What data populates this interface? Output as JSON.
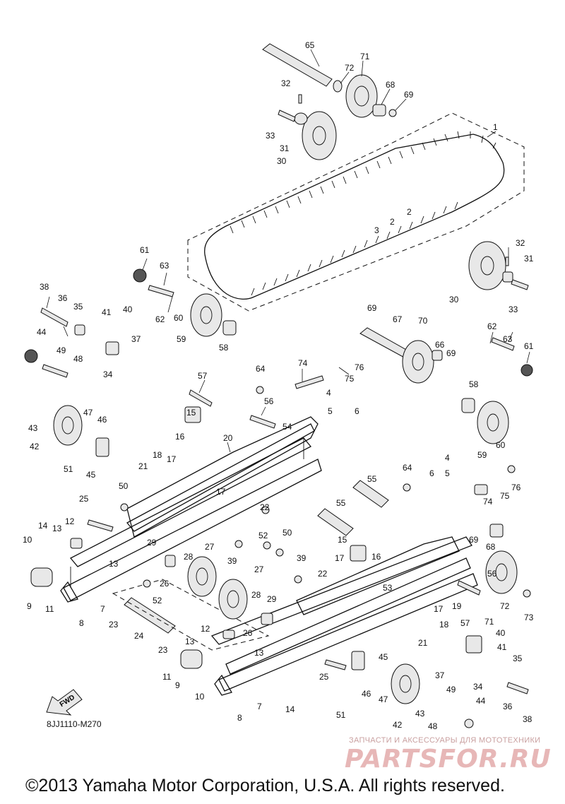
{
  "drawing_code": "8JJ1110-M270",
  "direction_label": "FWD",
  "copyright": "©2013 Yamaha Motor Corporation, U.S.A. All rights reserved.",
  "watermark": {
    "caption": "ЗАПЧАСТИ И АКСЕССУАРЫ ДЛЯ МОТОТЕХНИКИ",
    "logo": "PARTSFOR.RU"
  },
  "callouts": [
    "65",
    "71",
    "72",
    "68",
    "69",
    "32",
    "33",
    "31",
    "30",
    "1",
    "2",
    "2",
    "3",
    "32",
    "31",
    "30",
    "33",
    "61",
    "63",
    "62",
    "60",
    "59",
    "58",
    "38",
    "36",
    "35",
    "41",
    "40",
    "34",
    "37",
    "44",
    "49",
    "48",
    "69",
    "67",
    "70",
    "66",
    "69",
    "74",
    "76",
    "75",
    "64",
    "62",
    "63",
    "61",
    "58",
    "59",
    "60",
    "57",
    "56",
    "54",
    "15",
    "16",
    "20",
    "47",
    "46",
    "43",
    "42",
    "51",
    "45",
    "18",
    "17",
    "21",
    "50",
    "25",
    "17",
    "22",
    "12",
    "14",
    "13",
    "10",
    "29",
    "27",
    "28",
    "26",
    "39",
    "13",
    "9",
    "11",
    "8",
    "7",
    "52",
    "4",
    "5",
    "6",
    "55",
    "64",
    "55",
    "4",
    "6",
    "5",
    "74",
    "75",
    "76",
    "69",
    "68",
    "52",
    "50",
    "39",
    "15",
    "17",
    "16",
    "22",
    "56",
    "53",
    "19",
    "72",
    "73",
    "71",
    "57",
    "18",
    "21",
    "17",
    "27",
    "28",
    "29",
    "26",
    "23",
    "24",
    "23",
    "12",
    "13",
    "11",
    "9",
    "10",
    "13",
    "7",
    "14",
    "8",
    "25",
    "45",
    "46",
    "47",
    "51",
    "40",
    "41",
    "35",
    "37",
    "34",
    "36",
    "38",
    "49",
    "44",
    "42",
    "43",
    "48"
  ]
}
